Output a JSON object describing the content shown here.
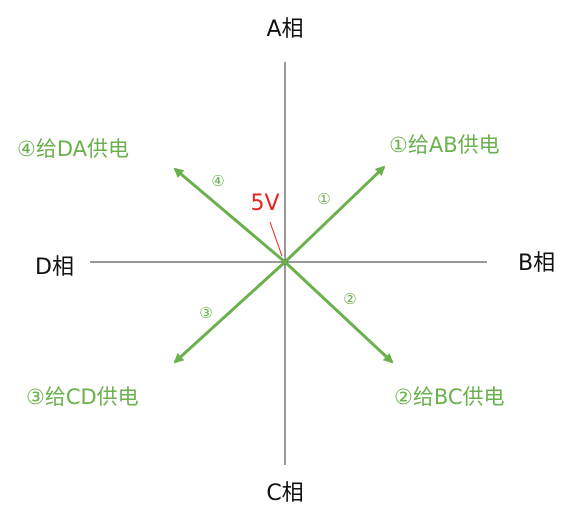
{
  "phases": {
    "a": "A相",
    "b": "B相",
    "c": "C相",
    "d": "D相"
  },
  "supplies": {
    "ab": {
      "label": "①给AB供电",
      "number": "①"
    },
    "bc": {
      "label": "②给BC供电",
      "number": "②"
    },
    "cd": {
      "label": "③给CD供电",
      "number": "③"
    },
    "da": {
      "label": "④给DA供电",
      "number": "④"
    }
  },
  "voltage": "5V",
  "colors": {
    "axis": "#333333",
    "arrow": "#6ab04c",
    "voltage": "#e8231e",
    "text": "#111111"
  }
}
